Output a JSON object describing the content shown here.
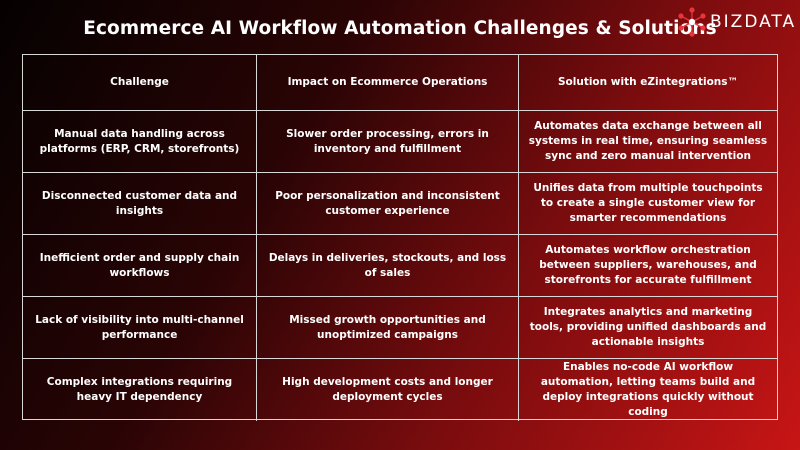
{
  "title": "Ecommerce AI Workflow Automation Challenges & Solutions",
  "brand": {
    "name": "BIZDATA",
    "accent": "#e8343a"
  },
  "table": {
    "headers": [
      "Challenge",
      "Impact on Ecommerce Operations",
      "Solution with eZintegrations™"
    ],
    "rows": [
      [
        "Manual data handling across platforms (ERP, CRM, storefronts)",
        "Slower order processing, errors in inventory and fulfillment",
        "Automates data exchange between all systems in real time, ensuring seamless sync and zero manual intervention"
      ],
      [
        "Disconnected customer data and insights",
        "Poor personalization and inconsistent customer experience",
        "Unifies data from multiple touchpoints to create a single customer view for smarter recommendations"
      ],
      [
        "Inefficient order and supply chain workflows",
        "Delays in deliveries, stockouts, and loss of sales",
        "Automates workflow orchestration between suppliers, warehouses, and storefronts for accurate fulfillment"
      ],
      [
        "Lack of visibility into multi-channel performance",
        "Missed growth opportunities and unoptimized campaigns",
        "Integrates analytics and marketing tools, providing unified dashboards and actionable insights"
      ],
      [
        "Complex integrations requiring heavy IT dependency",
        "High development costs and longer deployment cycles",
        "Enables no-code AI workflow automation, letting teams build and deploy integrations quickly without coding"
      ]
    ]
  }
}
